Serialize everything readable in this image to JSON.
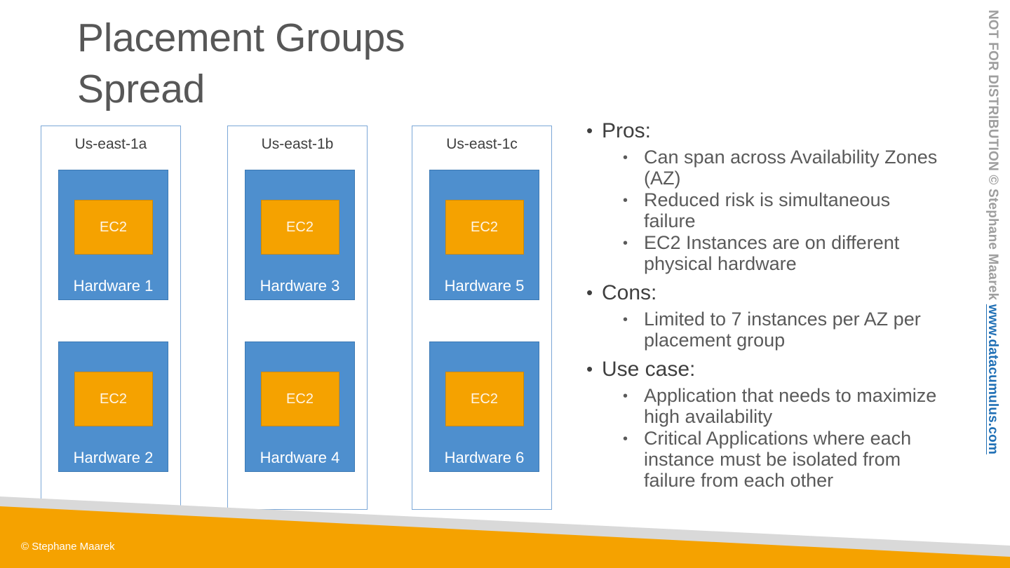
{
  "slide": {
    "title": "Placement Groups\nSpread",
    "background": "#ffffff"
  },
  "colors": {
    "title_gray": "#575757",
    "bullet_level1": "#3F3F3F",
    "bullet_level2": "#5A5A5A",
    "hardware_blue": "#4E8FCE",
    "hardware_border": "#3C79B4",
    "ec2_orange": "#F5A200",
    "ec2_border": "#D08A00",
    "az_border": "#7BA7D7",
    "footer_orange": "#F5A200",
    "footer_gray": "#D9D9D9",
    "link_blue": "#1F6FB5",
    "watermark_gray": "#9E9E9E"
  },
  "diagram": {
    "availability_zones": [
      {
        "label": "Us-east-1a",
        "hardware": [
          {
            "name": "Hardware 1",
            "instance": "EC2"
          },
          {
            "name": "Hardware 2",
            "instance": "EC2"
          }
        ]
      },
      {
        "label": "Us-east-1b",
        "hardware": [
          {
            "name": "Hardware 3",
            "instance": "EC2"
          },
          {
            "name": "Hardware 4",
            "instance": "EC2"
          }
        ]
      },
      {
        "label": "Us-east-1c",
        "hardware": [
          {
            "name": "Hardware 5",
            "instance": "EC2"
          },
          {
            "name": "Hardware 6",
            "instance": "EC2"
          }
        ]
      }
    ]
  },
  "bullets": {
    "marker_level1": "•",
    "marker_level2": "•",
    "sections": [
      {
        "heading": "Pros:",
        "items": [
          "Can span across Availability Zones (AZ)",
          "Reduced risk is simultaneous failure",
          "EC2 Instances are on different physical hardware"
        ]
      },
      {
        "heading": "Cons:",
        "items": [
          "Limited to 7 instances per AZ per placement group"
        ]
      },
      {
        "heading": "Use case:",
        "items": [
          "Application that needs to maximize high availability",
          "Critical Applications where each instance must be isolated from failure from each other"
        ]
      }
    ]
  },
  "footer": {
    "copyright": "© Stephane Maarek"
  },
  "watermark": {
    "notice": "NOT FOR DISTRIBUTION © Stephane Maarek ",
    "url": "www.datacumulus.com"
  }
}
